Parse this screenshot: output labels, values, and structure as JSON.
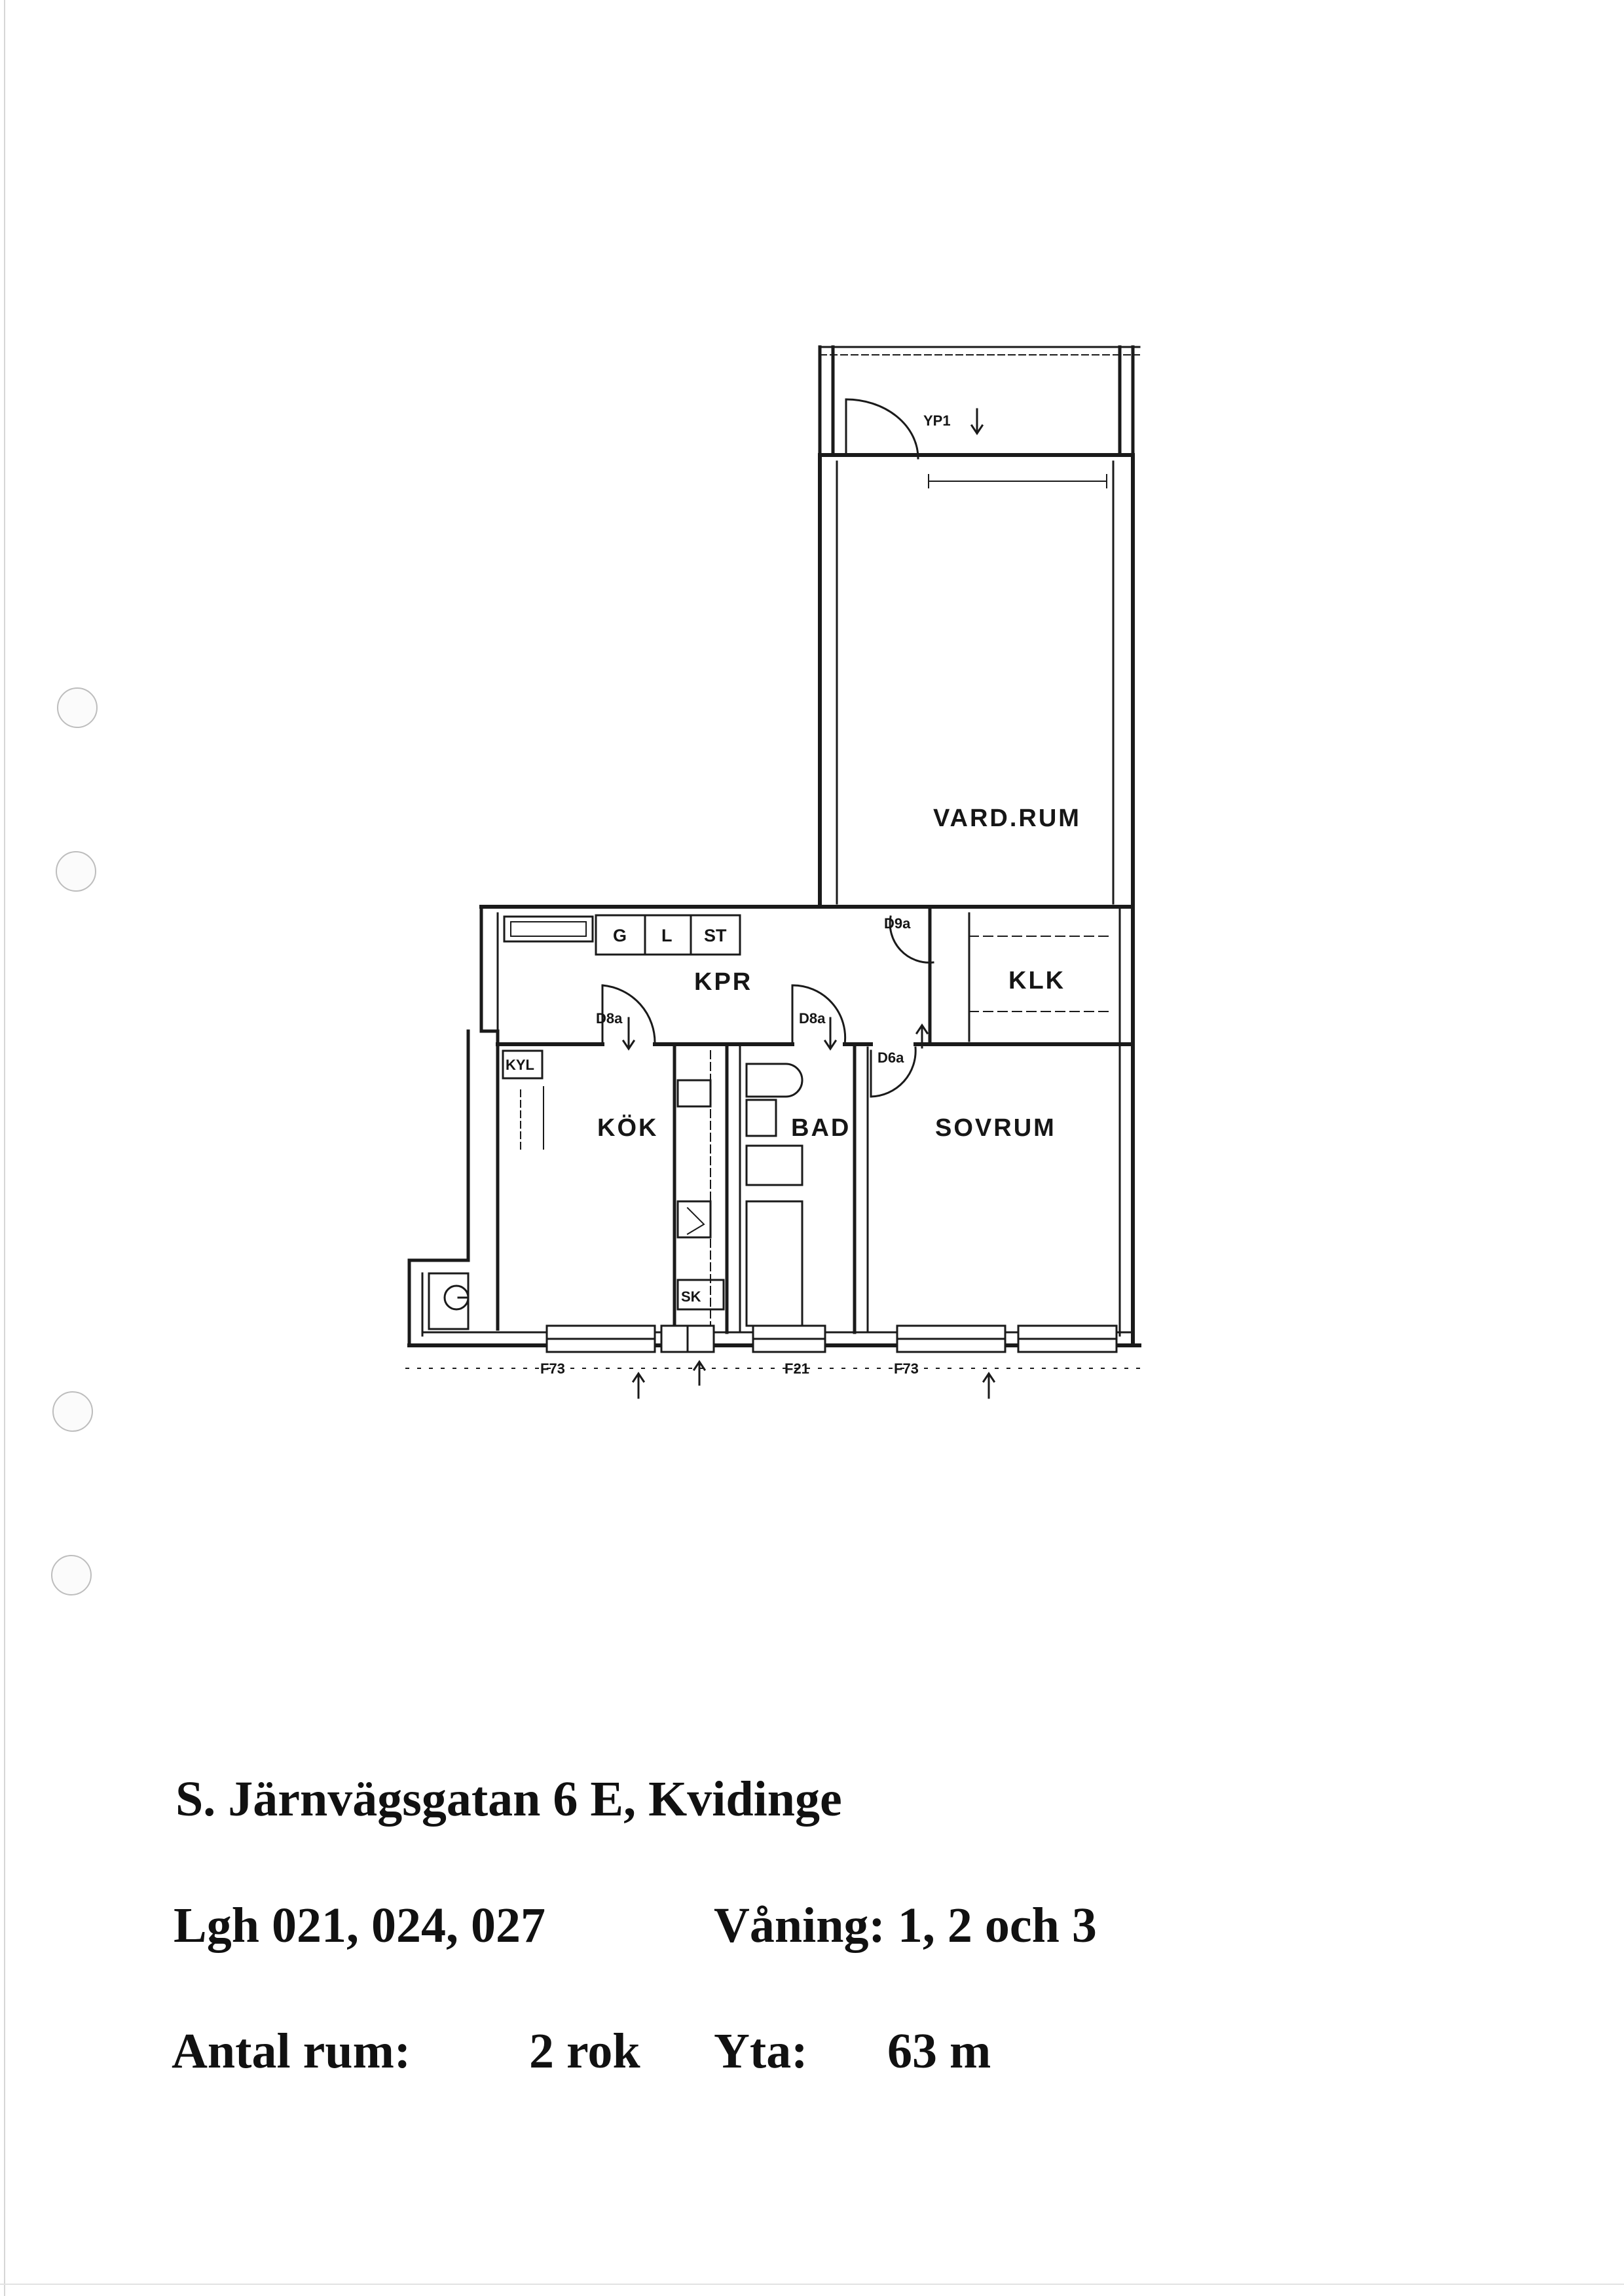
{
  "plan": {
    "rooms": {
      "vardrum": "VARD.RUM",
      "klk": "KLK",
      "kpr": "KPR",
      "kok": "KÖK",
      "bad": "BAD",
      "sovrum": "SOVRUM"
    },
    "fixtures": {
      "g": "G",
      "l": "L",
      "st": "ST",
      "kyl": "KYL",
      "sk": "SK"
    },
    "doors": {
      "yp1": "YP1",
      "d9a": "D9a",
      "d8a_kok": "D8a",
      "d8a_bad": "D8a",
      "d6a": "D6a"
    },
    "windows": {
      "f73_left": "F73",
      "f21": "F21",
      "f73_right": "F73"
    }
  },
  "info": {
    "address": "S. Järnvägsgatan 6 E, Kvidinge",
    "apartments": "Lgh 021, 024, 027",
    "floor": "Våning: 1, 2 och 3",
    "rooms_label": "Antal rum:",
    "rooms_value": "2 rok",
    "area_label": "Yta:",
    "area_value": "63 m"
  }
}
